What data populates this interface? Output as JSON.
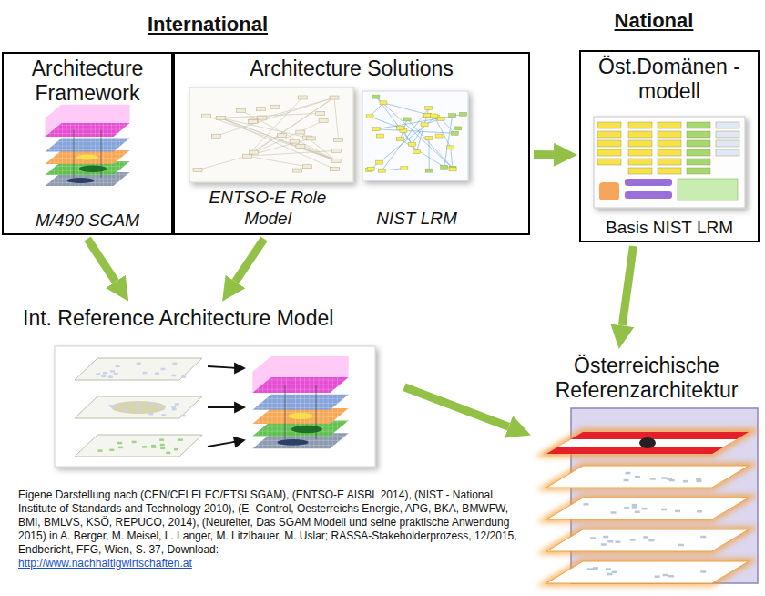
{
  "diagram": {
    "caption": "Eigene Darstellung nach (CEN/CELELEC/ETSI SGAM), (ENTSO-E AISBL 2014), (NIST - National Institute of Standards and Technology 2010), (E- Control, Oesterreichs Energie, APG, BKA, BMWFW, BMI, BMLVS, KSÖ, REPUCO, 2014), (Neureiter, Das SGAM Modell und seine praktische Anwendung 2015) in A. Berger, M. Meisel, L. Langer, M. Litzlbauer, M. Uslar; RASSA-Stakeholderprozess, 12/2015, Endbericht, FFG, Wien, S. 37, Download:",
    "nodes": [
      {
        "text": [
          "Architecture Framework",
          "M/490 SGAM"
        ]
      },
      {
        "text": [
          "Architecture Solutions"
        ]
      },
      {
        "text": [
          "ENTSO-E Role Model"
        ],
        "in": 1
      },
      {
        "text": [
          "NIST LRM"
        ],
        "in": 1
      },
      {
        "text": [
          "Öst.Domänen -modell",
          "Basis NIST LRM"
        ]
      },
      {
        "text": [
          "Int. Reference Architecture Model"
        ]
      },
      {
        "text": [
          "Österreichische Referenzarchitektur"
        ]
      }
    ],
    "edges": [
      {
        "from": 0,
        "to": 5,
        "arrow": "to"
      },
      {
        "from": 1,
        "to": 5,
        "arrow": "to"
      },
      {
        "from": 1,
        "to": 4,
        "arrow": "to"
      },
      {
        "from": 4,
        "to": 6,
        "arrow": "to"
      },
      {
        "from": 5,
        "to": 6,
        "arrow": "to"
      }
    ],
    "labels": [
      "International",
      "National",
      "http://www.nachhaltigwirtschaften.at"
    ]
  }
}
